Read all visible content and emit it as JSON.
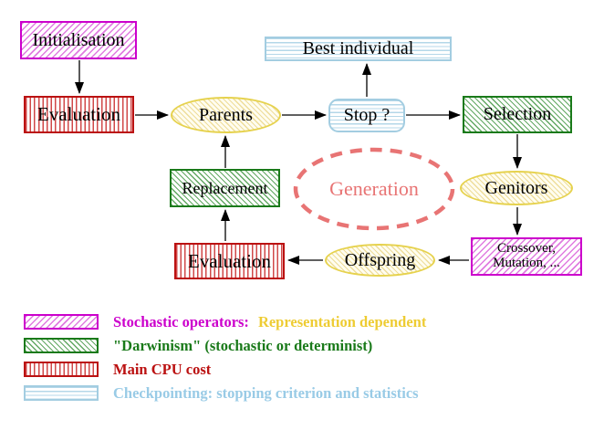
{
  "nodes": {
    "initialisation": "Initialisation",
    "evaluation_top": "Evaluation",
    "parents": "Parents",
    "best_individual": "Best individual",
    "stop": "Stop ?",
    "selection": "Selection",
    "genitors": "Genitors",
    "crossover_line1": "Crossover,",
    "crossover_line2": "Mutation, ...",
    "offspring": "Offspring",
    "evaluation_bottom": "Evaluation",
    "replacement": "Replacement",
    "generation": "Generation"
  },
  "legend": {
    "stochastic_label": "Stochastic operators:",
    "stochastic_extra": "Representation dependent",
    "darwinism_label": "\"Darwinism\" (stochastic or determinist)",
    "cpu_label": "Main CPU cost",
    "checkpoint_label": "Checkpointing: stopping criterion and statistics"
  },
  "colors": {
    "magenta": "#cc00cc",
    "green": "#1a7a1a",
    "red": "#bb1111",
    "cyan": "#a3cde1",
    "yellow": "#e6d24e",
    "salmon": "#e87474",
    "legend_yellow": "#eecc33",
    "legend_cyan": "#99cbe6"
  }
}
